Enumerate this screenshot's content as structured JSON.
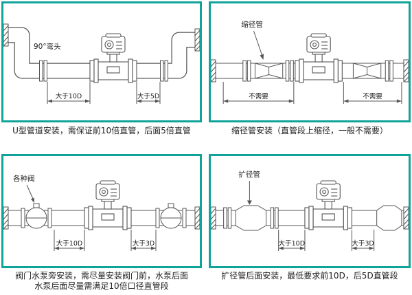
{
  "colors": {
    "frame": "#10a39a",
    "line": "#555555",
    "text": "#222222"
  },
  "panels": {
    "u_pipe": {
      "callout": "90°弯头",
      "dim_left": "大于10D",
      "dim_right": "大于5D",
      "caption": "U型管道安装，需保证前10倍直管，后面5倍直管"
    },
    "reducer": {
      "callout": "缩径管",
      "dim_left": "不需要",
      "dim_right": "不需要",
      "caption": "缩径管安装（直管段上缩径，一般不需要）"
    },
    "valve": {
      "callout": "各种阀",
      "dim_left": "大于10D",
      "dim_right": "大于3D",
      "caption_line1": "阀门水泵旁安装，需尽量安装阀门前，水泵后面",
      "caption_line2": "水泵后面尽量需满足10倍口径直管段"
    },
    "expander": {
      "callout": "扩径管",
      "dim_left": "大于10D",
      "dim_right": "大于3D",
      "caption": "扩径管后面安装，最低要求前10D，后5D直管段"
    }
  }
}
